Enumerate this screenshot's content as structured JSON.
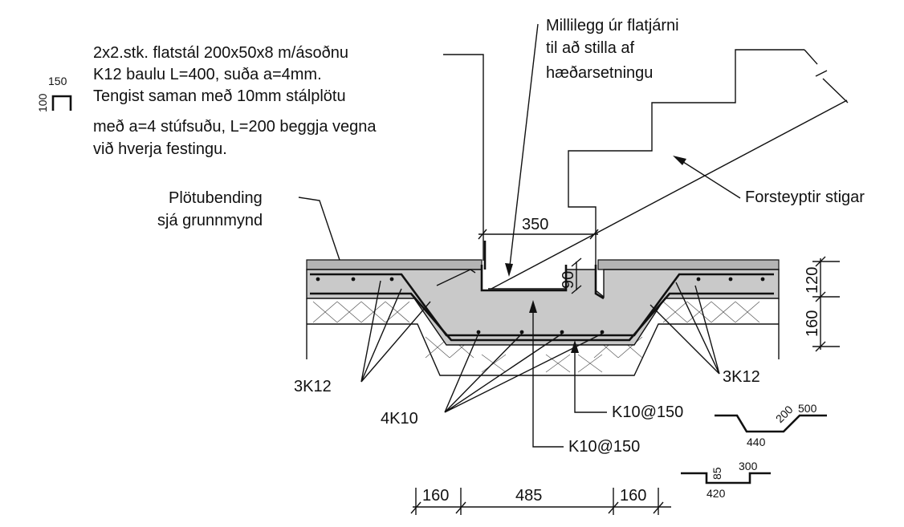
{
  "notes": {
    "flatbar": {
      "lines": [
        "2x2.stk. flatstál 200x50x8 m/ásoðnu",
        "K12 baulu L=400, suða a=4mm.",
        "Tengist saman með 10mm stálplötu",
        "með a=4 stúfsuðu, L=200 beggja vegna",
        "við hverja festingu."
      ]
    },
    "shim": {
      "lines": [
        "Millilegg úr flatjárni",
        "til að stilla af",
        "hæðarsetningu"
      ]
    },
    "slab_reinforcement": {
      "lines": [
        "Plötubending",
        "sjá grunnmynd"
      ]
    },
    "stairs": "Forsteyptir stigar"
  },
  "small_shape": {
    "width": "150",
    "height": "100"
  },
  "dimensions": {
    "recess_width": "350",
    "recess_depth": "90",
    "right_top": "120",
    "right_bottom": "160",
    "bottom_left": "160",
    "bottom_mid": "485",
    "bottom_right": "160"
  },
  "bars": {
    "left": "3K12",
    "right": "3K12",
    "bottom": "4K10",
    "stirrup_a": "K10@150",
    "stirrup_b": "K10@150"
  },
  "bar_shape_a": {
    "slope": "200",
    "top": "500",
    "bottom": "440"
  },
  "bar_shape_b": {
    "rise": "85",
    "top": "300",
    "bottom": "420"
  }
}
